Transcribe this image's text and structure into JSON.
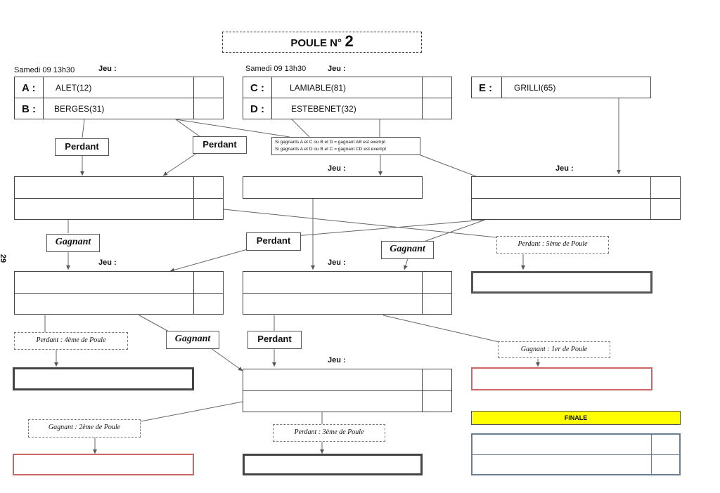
{
  "title": {
    "text": "POULE N°",
    "number": "2"
  },
  "sessions": {
    "left": "Samedi 09 13h30",
    "middle": "Samedi 09 13h30"
  },
  "jeu_label": "Jeu :",
  "players": [
    {
      "letter": "A :",
      "name": "ALET(12)"
    },
    {
      "letter": "B :",
      "name": "BERGES(31)"
    },
    {
      "letter": "C :",
      "name": "LAMIABLE(81)"
    },
    {
      "letter": "D :",
      "name": "ESTEBENET(32)"
    },
    {
      "letter": "E :",
      "name": "GRILLI(65)"
    }
  ],
  "rule_note": {
    "line1": "Si gagnants A et C ou B et D = gagnant AB est exempt",
    "line2": "Si gagnants A et D ou B et C = gagnant CD est exempt"
  },
  "tags": {
    "perdant": "Perdant",
    "gagnant": "Gagnant"
  },
  "results": {
    "fifth": "Perdant : 5ème de Poule",
    "fourth": "Perdant : 4ème de Poule",
    "first": "Gagnant : 1er de Poule",
    "second": "Gagnant : 2ème de Poule",
    "third": "Perdant : 3ème de Poule"
  },
  "finale": "FINALE",
  "page_number": "29",
  "colors": {
    "finale_bg": "#ffff00",
    "red_box": "#c66",
    "blue_box": "#6a7f94"
  }
}
